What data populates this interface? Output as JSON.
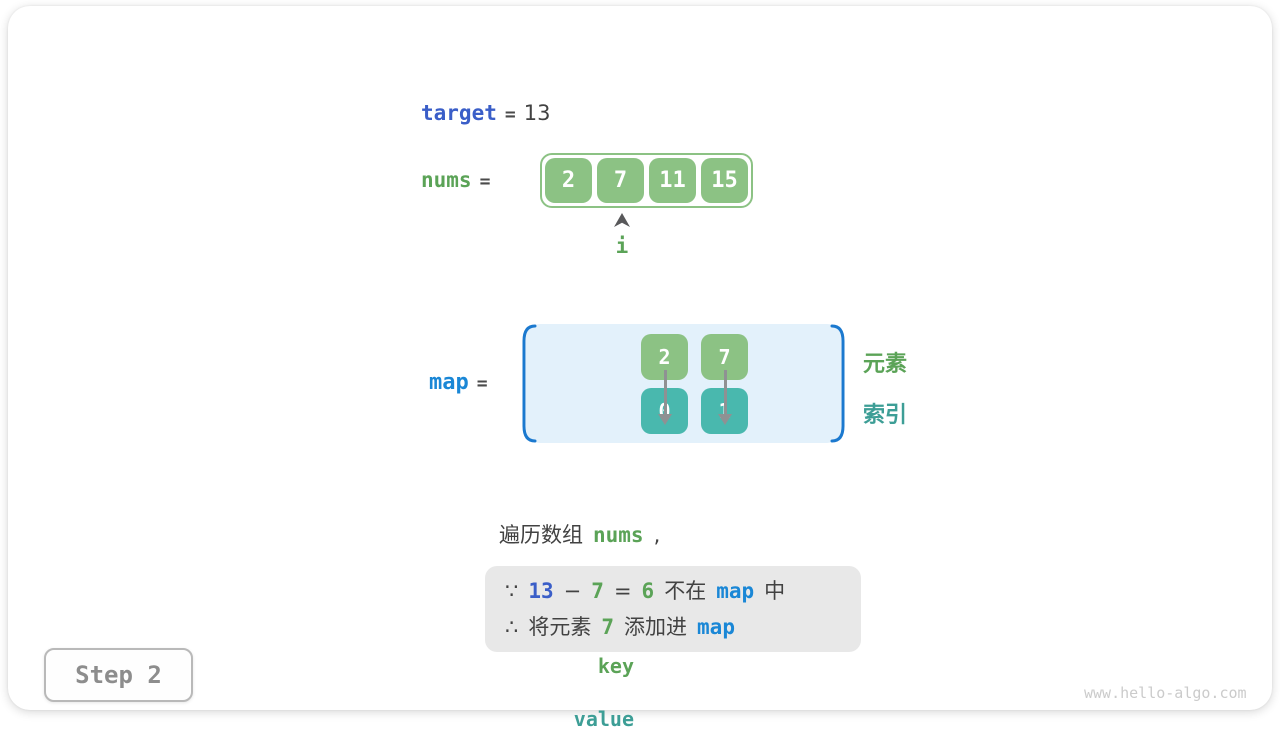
{
  "colors": {
    "royal_blue": "#3a5ec8",
    "bright_blue": "#1a87d6",
    "green_text": "#5ba357",
    "green_cell": "#8cc284",
    "teal_text": "#3d9e96",
    "teal_cell": "#49b8ae",
    "map_box_bg": "#e3f1fb",
    "bracket_blue": "#1b79cf",
    "note_box_bg": "#e8e8e8",
    "dark_text": "#424242"
  },
  "target_line": {
    "name": "target",
    "equals": "=",
    "value": "13"
  },
  "nums_line": {
    "name": "nums",
    "equals": "=",
    "cells": [
      "2",
      "7",
      "11",
      "15"
    ],
    "pointer_label": "i"
  },
  "map_section": {
    "name": "map",
    "equals": "=",
    "key_label": "key",
    "value_label": "value",
    "keys": [
      "2",
      "7"
    ],
    "values": [
      "0",
      "1"
    ],
    "element_label": "元素",
    "index_label": "索引"
  },
  "caption_tokens": [
    {
      "t": "遍历数组",
      "c": "dark"
    },
    {
      "t": "nums",
      "c": "green"
    },
    {
      "t": ",",
      "c": "dark"
    }
  ],
  "note": {
    "line1": [
      {
        "t": "∵",
        "c": "dark"
      },
      {
        "t": "13",
        "c": "blue"
      },
      {
        "t": "−",
        "c": "dark"
      },
      {
        "t": "7",
        "c": "green"
      },
      {
        "t": "=",
        "c": "dark"
      },
      {
        "t": "6",
        "c": "green"
      },
      {
        "t": "不在",
        "c": "dark"
      },
      {
        "t": "map",
        "c": "bright"
      },
      {
        "t": "中",
        "c": "dark"
      }
    ],
    "line2": [
      {
        "t": "∴",
        "c": "dark"
      },
      {
        "t": "将元素",
        "c": "dark"
      },
      {
        "t": "7",
        "c": "green"
      },
      {
        "t": "添加进",
        "c": "dark"
      },
      {
        "t": "map",
        "c": "bright"
      }
    ]
  },
  "step_badge": "Step 2",
  "watermark": "www.hello-algo.com"
}
